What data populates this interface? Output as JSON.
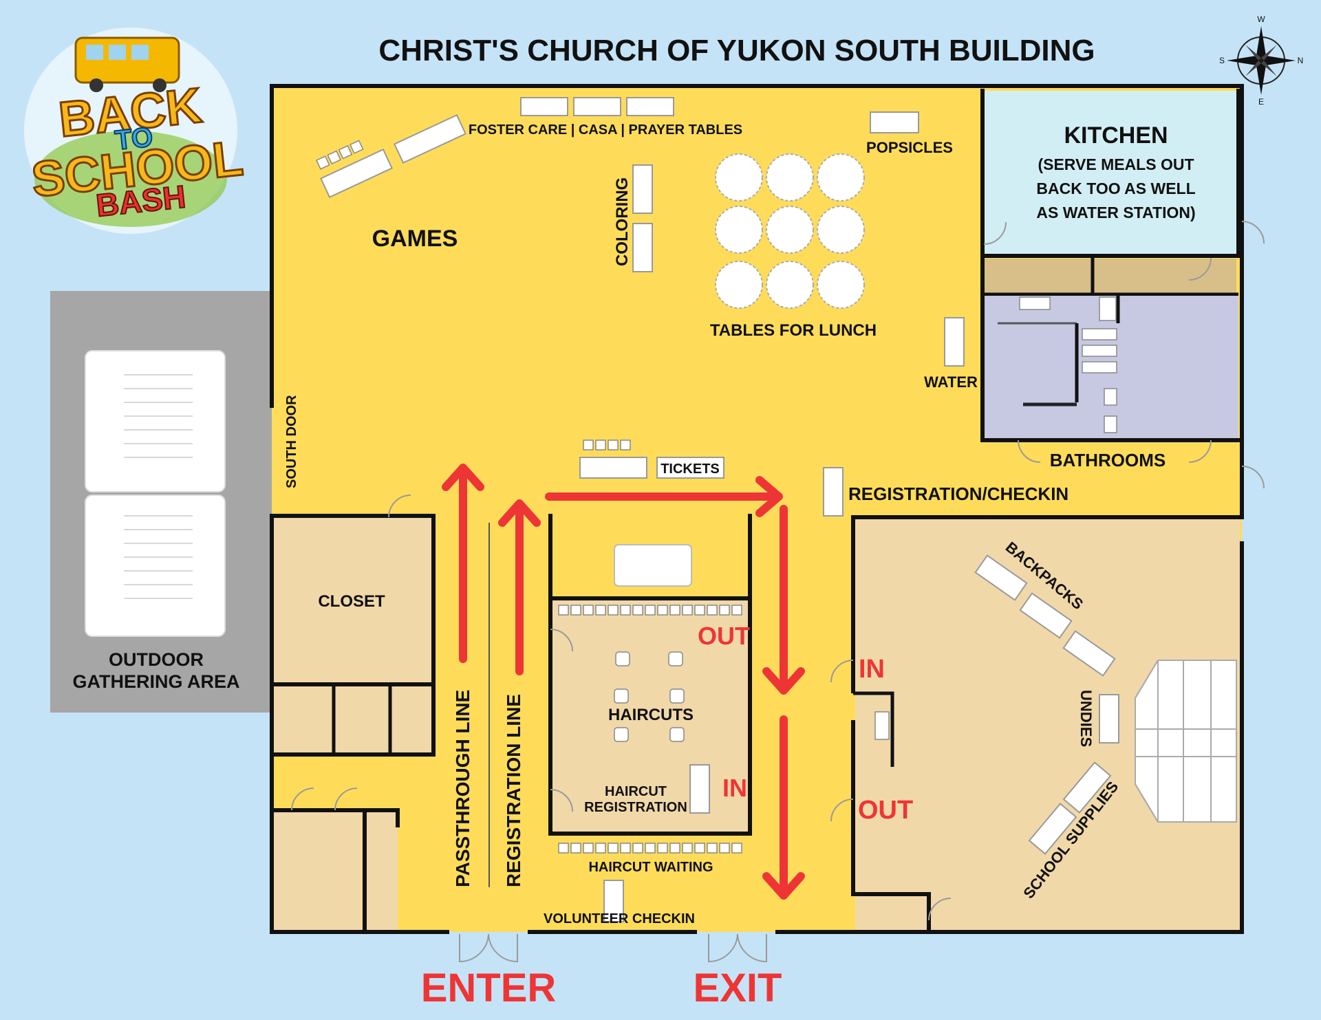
{
  "title": "CHRIST'S CHURCH OF YUKON SOUTH BUILDING",
  "logo": {
    "line1": "BACK",
    "line2": "TO",
    "line3": "SCHOOL",
    "line4": "BASH"
  },
  "compass": {
    "w": "W",
    "n": "N",
    "e": "E",
    "s": "S"
  },
  "labels": {
    "games": "GAMES",
    "foster": "FOSTER CARE | CASA | PRAYER TABLES",
    "coloring": "COLORING",
    "popsicles": "POPSICLES",
    "kitchen": "KITCHEN",
    "kitchen_note1": "(SERVE MEALS OUT",
    "kitchen_note2": "BACK TOO AS WELL",
    "kitchen_note3": "AS WATER STATION)",
    "lunch": "TABLES FOR LUNCH",
    "water": "WATER",
    "bathrooms": "BATHROOMS",
    "south_door": "SOUTH DOOR",
    "tickets": "TICKETS",
    "registration": "REGISTRATION/CHECKIN",
    "closet": "CLOSET",
    "outdoor1": "OUTDOOR",
    "outdoor2": "GATHERING AREA",
    "passthrough": "PASSTHROUGH LINE",
    "registration_line": "REGISTRATION LINE",
    "haircuts": "HAIRCUTS",
    "haircut_reg1": "HAIRCUT",
    "haircut_reg2": "REGISTRATION",
    "haircut_waiting": "HAIRCUT WAITING",
    "volunteer": "VOLUNTEER CHECKIN",
    "backpacks": "BACKPACKS",
    "undies": "UNDIES",
    "school_supplies": "SCHOOL SUPPLIES",
    "out": "OUT",
    "in": "IN",
    "enter": "ENTER",
    "exit": "EXIT"
  },
  "colors": {
    "background": "#c5e3f7",
    "floor": "#fedc5a",
    "room": "#f1d8a9",
    "kitchen": "#d2eef5",
    "bathroom": "#c7c9e3",
    "outdoor": "#a6a6a6",
    "arrow": "#ee3535"
  }
}
